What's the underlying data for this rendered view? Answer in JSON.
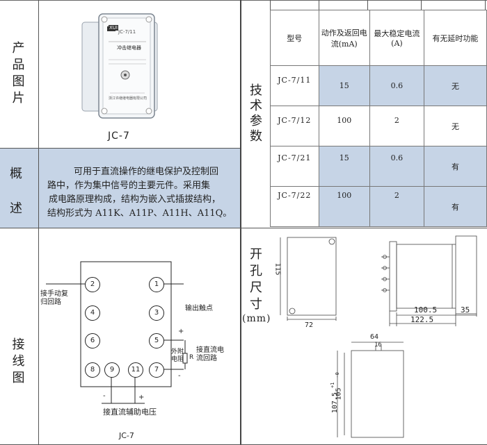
{
  "labels": {
    "product_image": "产品图片",
    "overview": "概述",
    "tech_params": "技术参数",
    "cutout": "开孔尺寸",
    "cutout_unit": "(mm)",
    "wiring": "接线图"
  },
  "product": {
    "caption": "JC-7",
    "brand": "XUI",
    "model_label": "JC-7/11",
    "name_label": "冲击继电器",
    "maker": "浙江许继继电器有限公司"
  },
  "overview_text": "可用于直流操作的继电保护及控制回路中，作为集中信号的主要元件。采用集成电路原理构成，结构为嵌入式插拔结构，结构形式为 A11K、A11P、A11H、A11Q。",
  "overview_lines": [
    "可用于直流操作的继电保护及控制回",
    "路中，作为集中信号的主要元件。采用集",
    "成电路原理构成，结构为嵌入式插拔结构，",
    "结构形式为 A11K、A11P、A11H、A11Q。"
  ],
  "spec_table": {
    "headers": [
      "型号",
      "动作及返回电流(mA)",
      "最大稳定电流(A)",
      "有无延时功能"
    ],
    "rows": [
      [
        "JC-7/11",
        "15",
        "0.6",
        "无"
      ],
      [
        "JC-7/12",
        "100",
        "2",
        "无"
      ],
      [
        "JC-7/21",
        "15",
        "0.6",
        "有"
      ],
      [
        "JC-7/22",
        "100",
        "2",
        "有"
      ]
    ]
  },
  "wiring": {
    "caption": "JC-7",
    "terminals": [
      "1",
      "2",
      "3",
      "4",
      "5",
      "6",
      "7",
      "8",
      "9",
      "11"
    ],
    "label_reset": "接手动复\n归回路",
    "label_output": "输出触点",
    "label_dc_current": "接直流电\n流回路",
    "label_ext_resistor": "外附\n电阻",
    "label_r": "R",
    "label_aux": "接直流辅助电压",
    "plus": "+",
    "minus": "-"
  },
  "dimensions": {
    "front_height": "115",
    "front_width": "72",
    "side_depth": "100.5",
    "side_total": "122.5",
    "side_extra": "35",
    "cut_width": "64",
    "cut_inner": "16",
    "cut_height": "107.5",
    "cut_tol_plus": "+1",
    "cut_tol_minus": "-0",
    "cut_height2": "105"
  }
}
